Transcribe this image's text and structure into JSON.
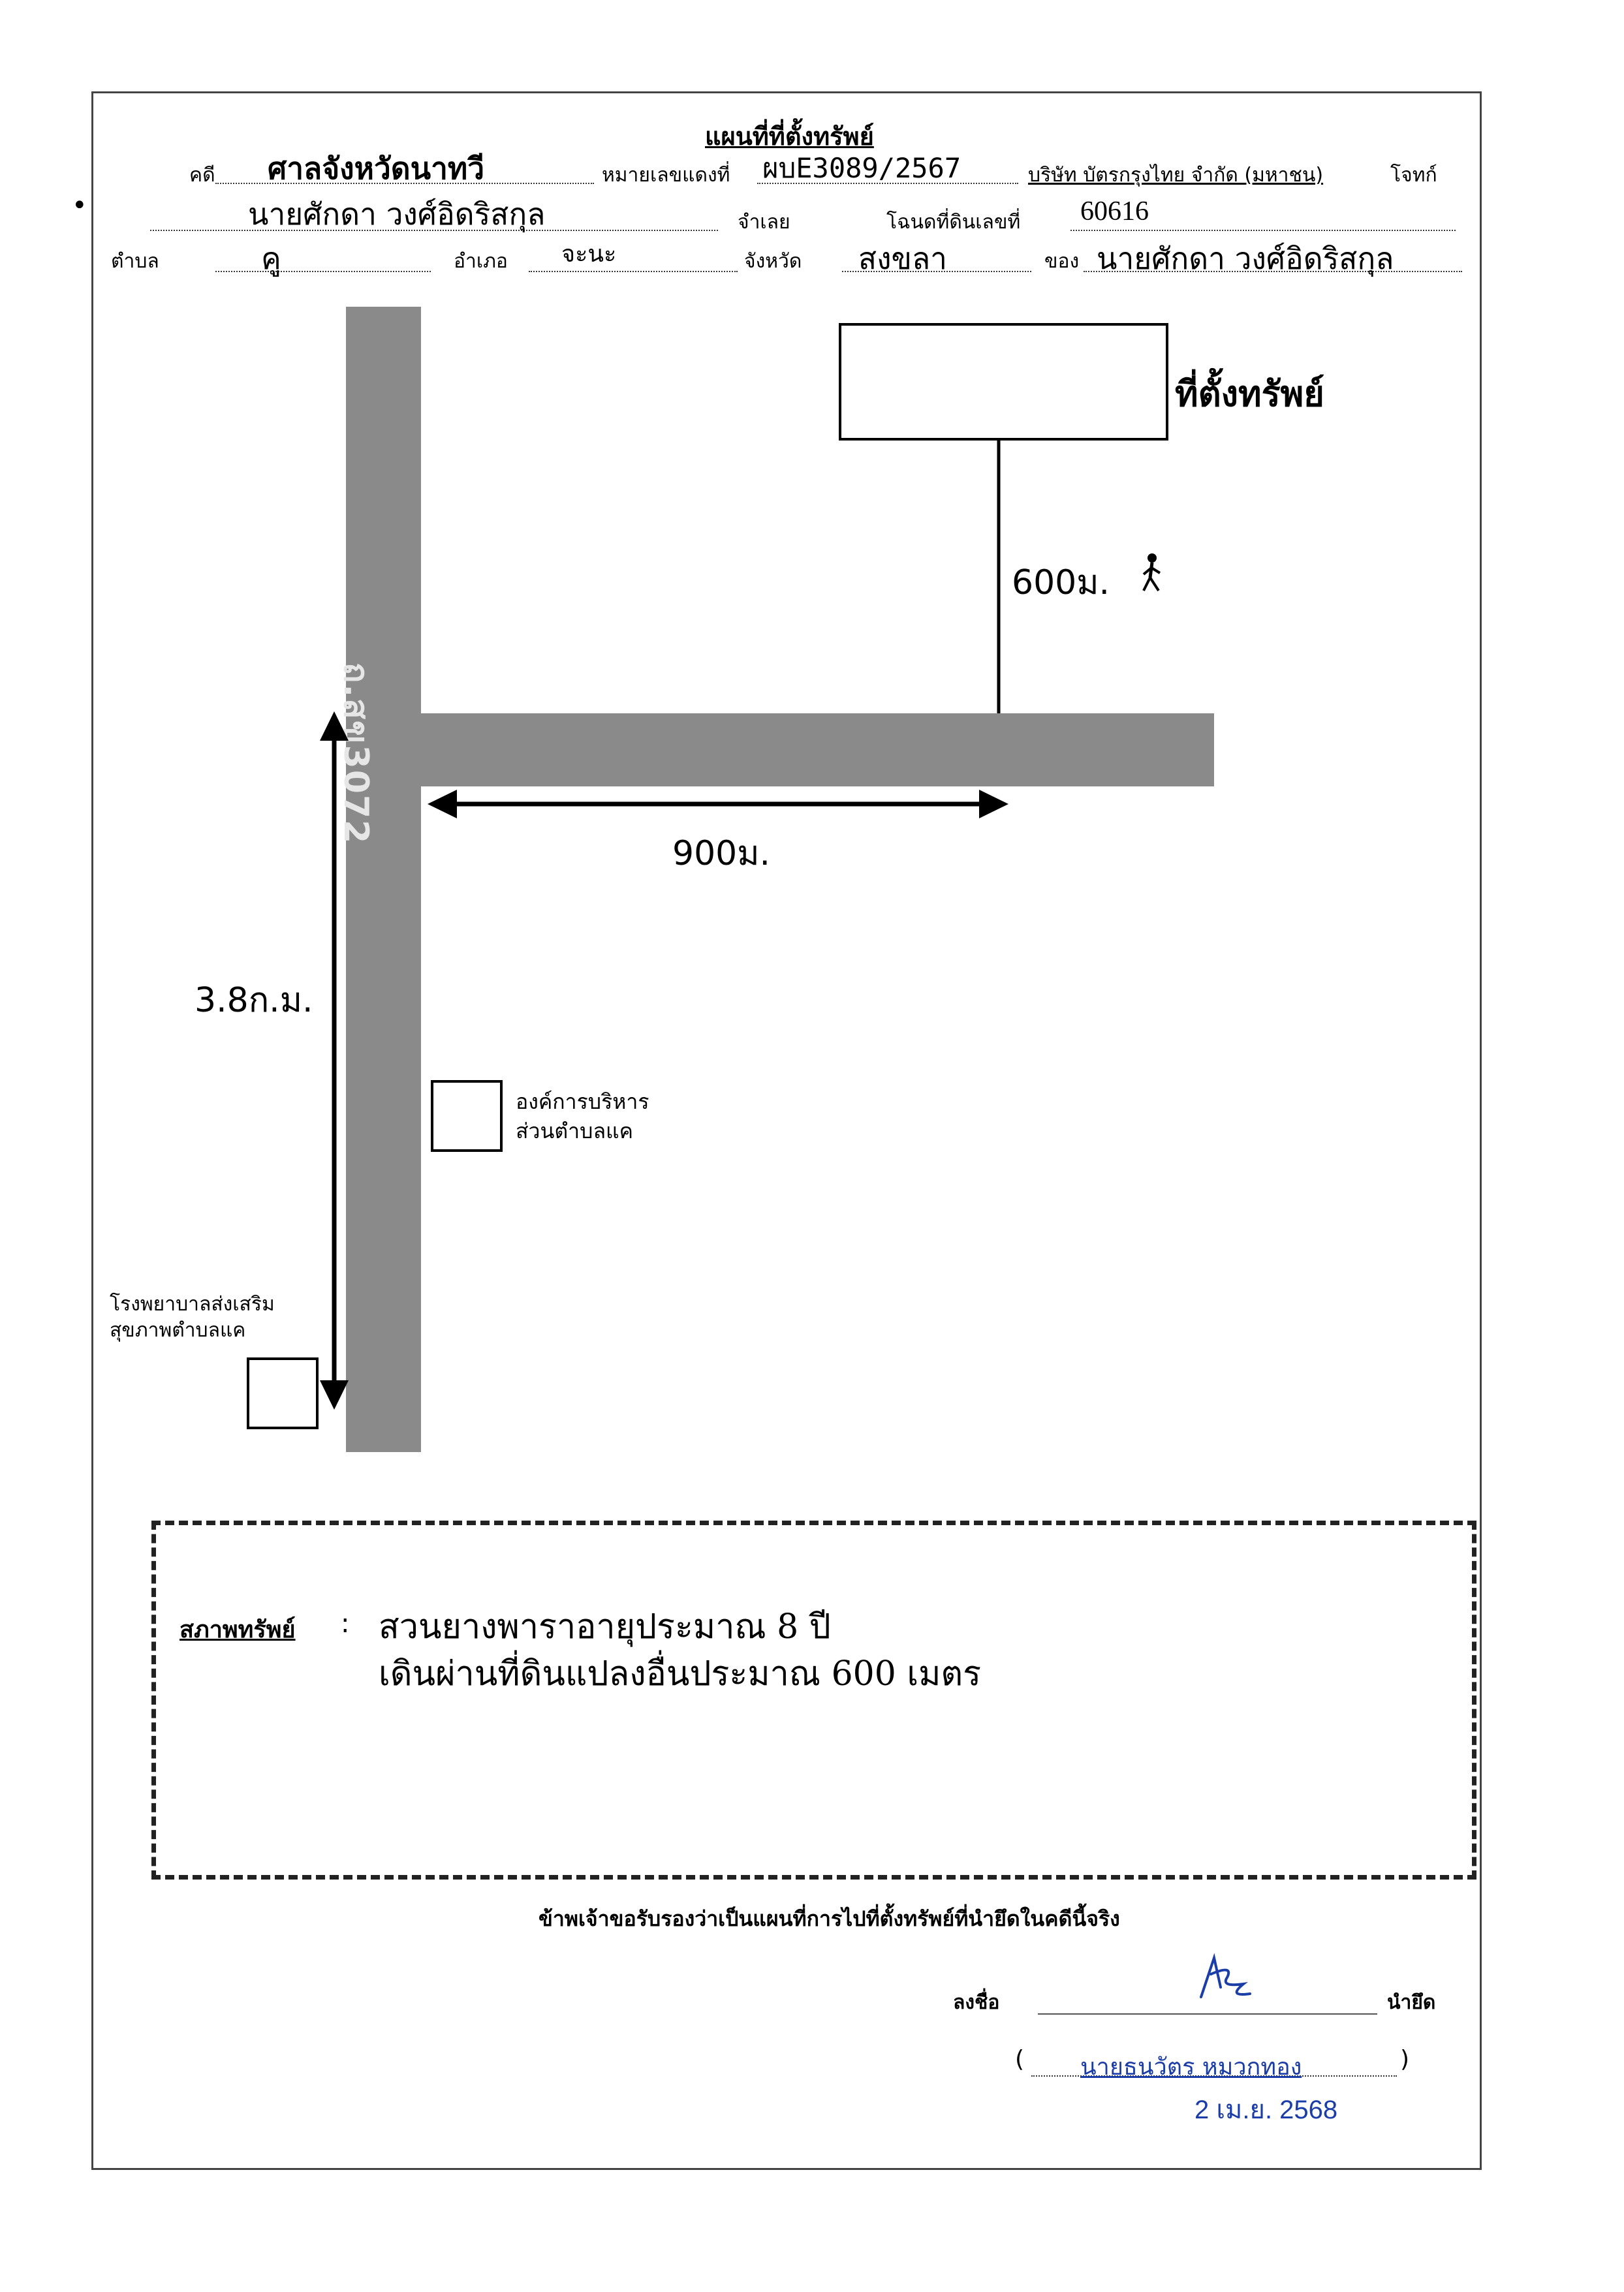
{
  "header": {
    "title": "แผนที่ที่ตั้งทรัพย์",
    "case_label": "คดี",
    "case_value": "ศาลจังหวัดนาทวี",
    "red_no_label": "หมายเลขแดงที่",
    "red_no_value": "ผบE3089/2567",
    "plaintiff": "บริษัท บัตรกรุงไทย จำกัด (มหาชน)",
    "plaintiff_label": "โจทก์",
    "defendant_value": "นายศักดา วงศ์อิดริสกุล",
    "defendant_label": "จำเลย",
    "deed_label": "โฉนดที่ดินเลขที่",
    "deed_value": "60616",
    "subdistrict_label": "ตำบล",
    "subdistrict_value": "คู",
    "district_label": "อำเภอ",
    "district_value": "จะนะ",
    "province_label": "จังหวัด",
    "province_value": "สงขลา",
    "owner_label": "ของ",
    "owner_value": "นายศักดา วงศ์อิดริสกุล"
  },
  "map": {
    "property_label": "ที่ตั้งทรัพย์",
    "road_name": "ถ.สข3072",
    "dist_walk": "600ม.",
    "dist_side_road": "900ม.",
    "dist_main_road": "3.8ก.ม.",
    "landmark_sao": "องค์การบริหาร\nส่วนตำบลแค",
    "landmark_sao_line1": "องค์การบริหาร",
    "landmark_sao_line2": "ส่วนตำบลแค",
    "landmark_hospital_line1": "โรงพยาบาลส่งเสริม",
    "landmark_hospital_line2": "สุขภาพตำบลแค"
  },
  "condition": {
    "label": "สภาพทรัพย์",
    "colon": ":",
    "line1": "สวนยางพาราอายุประมาณ 8 ปี",
    "line2": "เดินผ่านที่ดินแปลงอื่นประมาณ 600 เมตร"
  },
  "footer": {
    "certify": "ข้าพเจ้าขอรับรองว่าเป็นแผนที่การไปที่ตั้งทรัพย์ที่นำยึดในคดีนี้จริง",
    "sign_label": "ลงชื่อ",
    "seizer_label": "นำยึด",
    "signer_name": "นายธนวัตร หมวกทอง",
    "open_paren": "(",
    "close_paren": ")",
    "date": "2 เม.ย. 2568"
  }
}
